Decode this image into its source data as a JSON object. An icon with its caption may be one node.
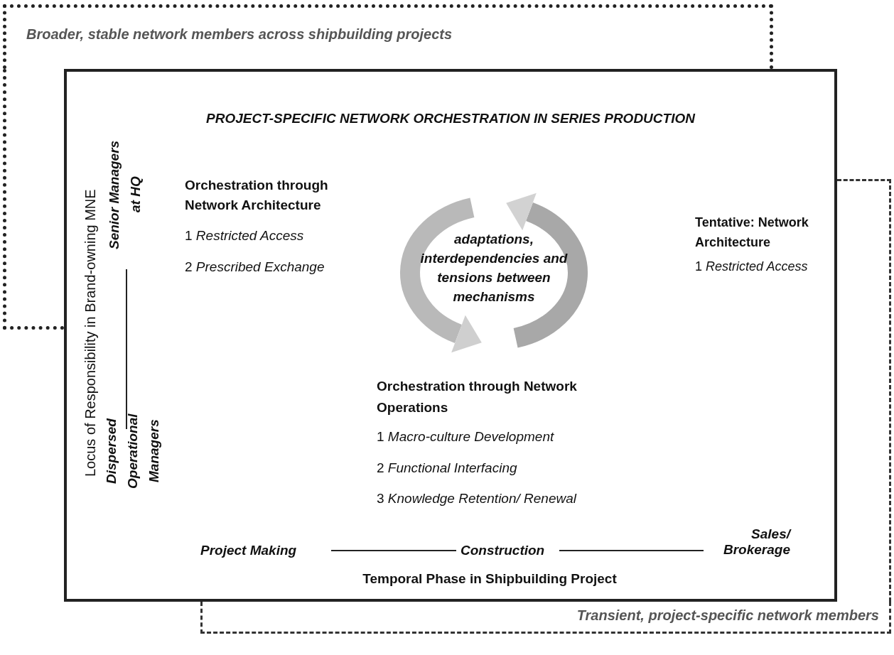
{
  "diagram": {
    "nodes": [
      {
        "text": [
          "Broader, stable network members across shipbuilding projects"
        ]
      },
      {
        "text": [
          "Transient, project-specific network members"
        ]
      },
      {
        "text": [
          "PROJECT-SPECIFIC NETWORK ORCHESTRATION IN SERIES PRODUCTION"
        ]
      }
    ],
    "labels": [
      "Locus of Responsibility in Brand-owning MNE",
      "Senior Managers at HQ",
      "Dispersed Operational Managers",
      "Orchestration through Network Architecture",
      "1 *Restricted Access*",
      "2 *Prescribed Exchange*",
      "adaptations, interdependencies and tensions between mechanisms",
      "Tentative: Network Architecture",
      "1 *Restricted Access*",
      "Orchestration through Network Operations",
      "1 *Macro-culture Development*",
      "2 *Functional Interfacing*",
      "3 *Knowledge Retention/ Renewal*",
      "Project Making",
      "Construction",
      "Sales/ Brokerage",
      "Temporal Phase in Shipbuilding Project"
    ]
  }
}
